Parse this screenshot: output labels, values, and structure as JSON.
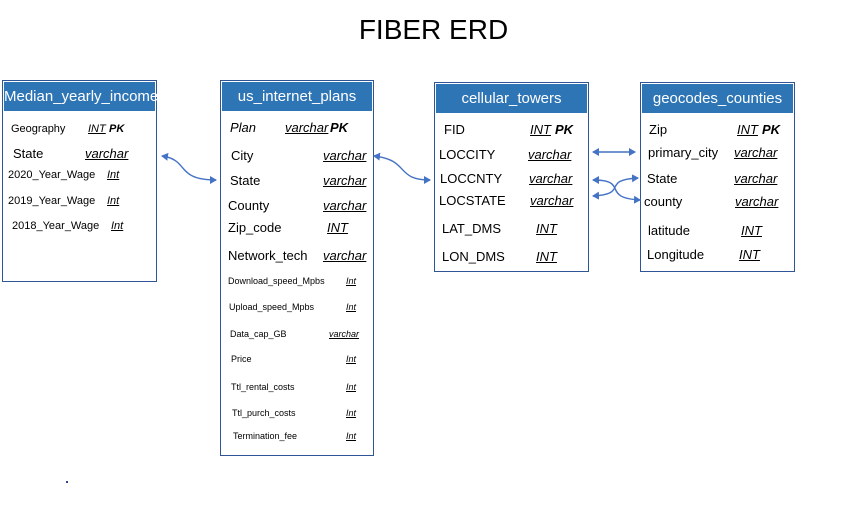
{
  "title": "FIBER ERD",
  "colors": {
    "header": "#2e75b6",
    "border": "#2f5597",
    "connector": "#4472c4"
  },
  "entities": {
    "median": {
      "name": "Median_yearly_income",
      "fields": [
        {
          "name": "Geography",
          "type": "INT",
          "pk": "PK"
        },
        {
          "name": "State",
          "type": "varchar",
          "pk": ""
        },
        {
          "name": "2020_Year_Wage",
          "type": "Int",
          "pk": ""
        },
        {
          "name": "2019_Year_Wage",
          "type": "Int",
          "pk": ""
        },
        {
          "name": "2018_Year_Wage",
          "type": "Int",
          "pk": ""
        }
      ]
    },
    "plans": {
      "name": "us_internet_plans",
      "fields": [
        {
          "name": "Plan",
          "type": "varchar",
          "pk": "PK"
        },
        {
          "name": "City",
          "type": "varchar",
          "pk": ""
        },
        {
          "name": "State",
          "type": "varchar",
          "pk": ""
        },
        {
          "name": "County",
          "type": "varchar",
          "pk": ""
        },
        {
          "name": "Zip_code",
          "type": "INT",
          "pk": ""
        },
        {
          "name": "Network_tech",
          "type": "varchar",
          "pk": ""
        },
        {
          "name": "Download_speed_Mpbs",
          "type": "Int",
          "pk": ""
        },
        {
          "name": "Upload_speed_Mpbs",
          "type": "Int",
          "pk": ""
        },
        {
          "name": "Data_cap_GB",
          "type": "varchar",
          "pk": ""
        },
        {
          "name": "Price",
          "type": "Int",
          "pk": ""
        },
        {
          "name": "Ttl_rental_costs",
          "type": "Int",
          "pk": ""
        },
        {
          "name": "Ttl_purch_costs",
          "type": "Int",
          "pk": ""
        },
        {
          "name": "Termination_fee",
          "type": "Int",
          "pk": ""
        }
      ]
    },
    "towers": {
      "name": "cellular_towers",
      "fields": [
        {
          "name": "FID",
          "type": "INT",
          "pk": "PK"
        },
        {
          "name": "LOCCITY",
          "type": "varchar",
          "pk": ""
        },
        {
          "name": "LOCCNTY",
          "type": "varchar",
          "pk": ""
        },
        {
          "name": "LOCSTATE",
          "type": "varchar",
          "pk": ""
        },
        {
          "name": "LAT_DMS",
          "type": "INT",
          "pk": ""
        },
        {
          "name": "LON_DMS",
          "type": "INT",
          "pk": ""
        }
      ]
    },
    "geo": {
      "name": "geocodes_counties",
      "fields": [
        {
          "name": "Zip",
          "type": "INT",
          "pk": "PK"
        },
        {
          "name": "primary_city",
          "type": "varchar",
          "pk": ""
        },
        {
          "name": "State",
          "type": "varchar",
          "pk": ""
        },
        {
          "name": "county",
          "type": "varchar",
          "pk": ""
        },
        {
          "name": "latitude",
          "type": "INT",
          "pk": ""
        },
        {
          "name": "Longitude",
          "type": "INT",
          "pk": ""
        }
      ]
    }
  }
}
